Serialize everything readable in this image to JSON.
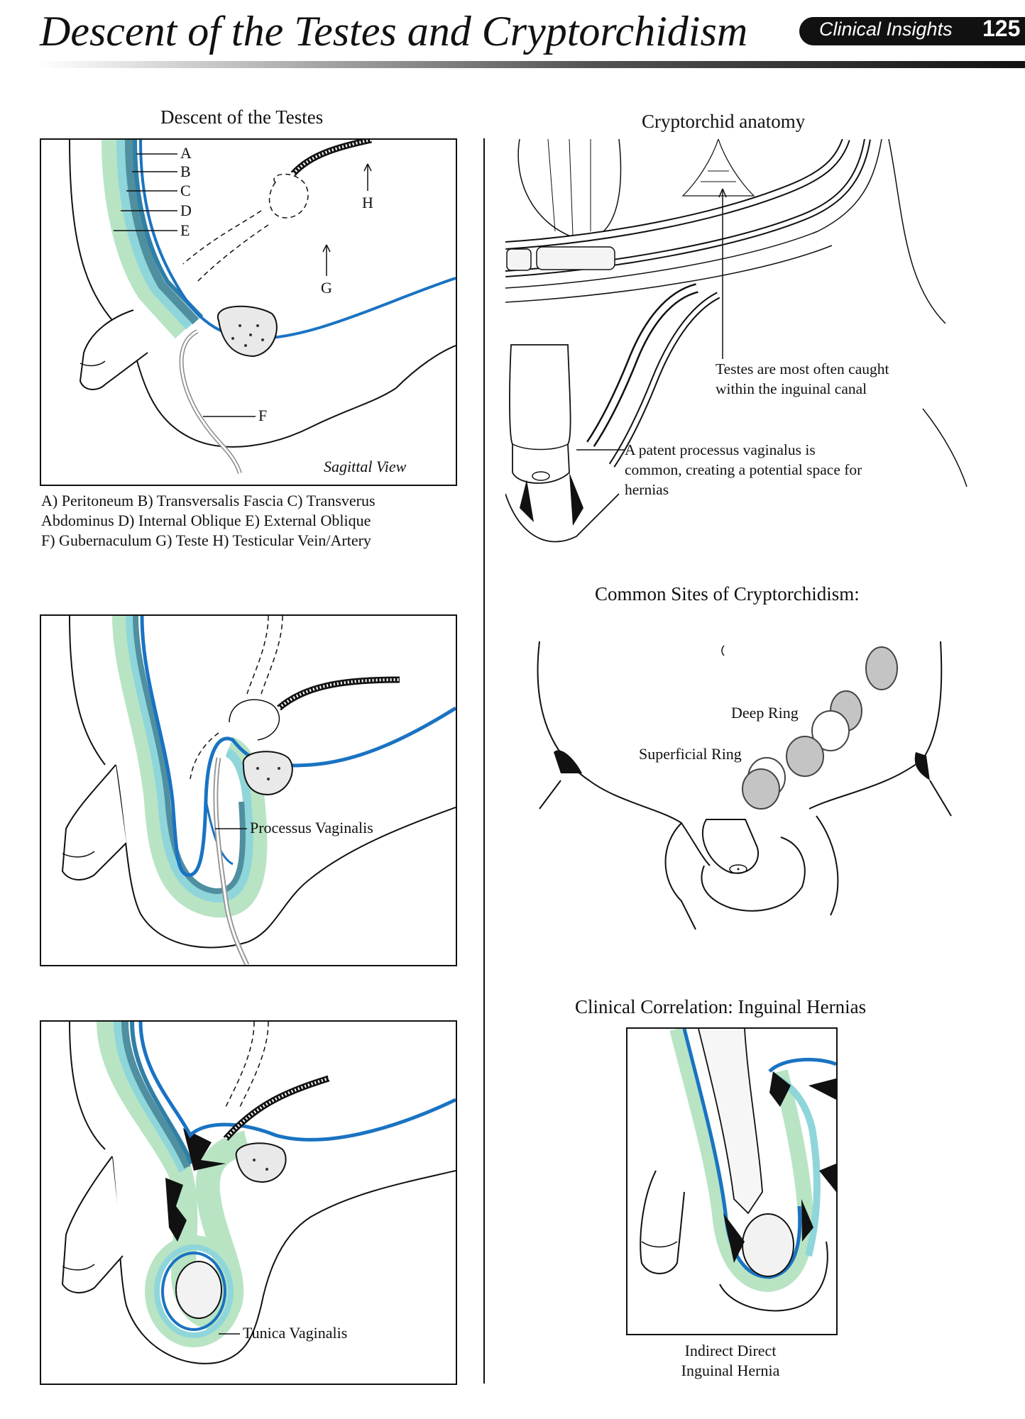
{
  "header": {
    "title": "Descent of the Testes and Cryptorchidism",
    "section": "Clinical Insights",
    "page_number": "125"
  },
  "descent": {
    "heading": "Descent of the Testes",
    "view_label": "Sagittal View",
    "layer_labels": [
      "A",
      "B",
      "C",
      "D",
      "E",
      "F",
      "G",
      "H"
    ],
    "legend_lines": [
      "A) Peritoneum B) Transversalis Fascia C) Transverus",
      "Abdominus D) Internal Oblique E) External Oblique",
      "F) Gubernaculum G) Teste H) Testicular Vein/Artery"
    ]
  },
  "processus": {
    "label": "Processus Vaginalis"
  },
  "tunica": {
    "label": "Tunica Vaginalis"
  },
  "cryptorchid": {
    "heading": "Cryptorchid anatomy",
    "canal_note": [
      "Testes are most often caught",
      "within the inguinal canal"
    ],
    "patent_note": [
      "A patent processus vaginalus is",
      "common, creating a potential space for",
      "hernias"
    ]
  },
  "sites": {
    "heading": "Common Sites of Cryptorchidism:",
    "deep_ring": "Deep Ring",
    "superficial_ring": "Superficial Ring"
  },
  "hernia": {
    "heading": "Clinical Correlation: Inguinal Hernias",
    "caption_lines": [
      "Indirect Direct",
      "Inguinal Hernia"
    ]
  },
  "colors": {
    "peritoneum": "#1a73c2",
    "transversalis": "#2f7fa6",
    "transversus": "#4f8f9f",
    "internal_oblique": "#8fd6da",
    "external_oblique": "#b8e4c4",
    "ink": "#111111",
    "testis_grey": "#bdbdbd"
  }
}
